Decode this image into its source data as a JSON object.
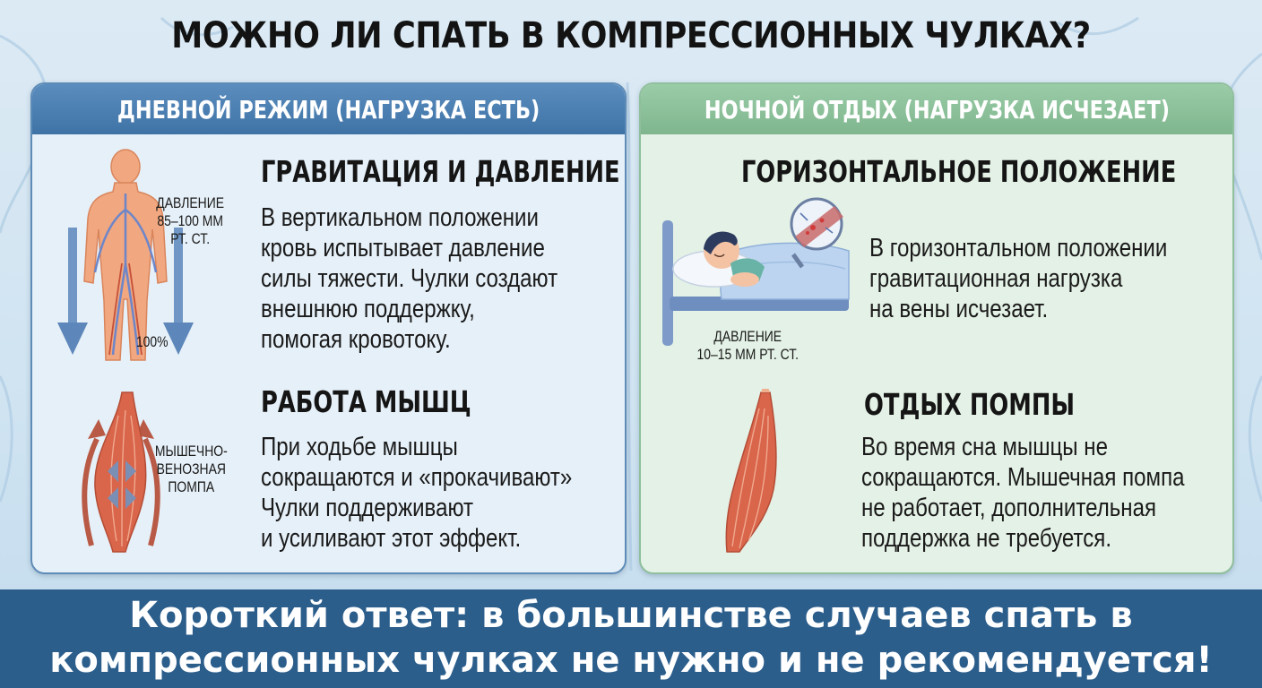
{
  "title": "МОЖНО ЛИ СПАТЬ В КОМПРЕССИОННЫХ ЧУЛКАХ?",
  "colors": {
    "day_header": "#4a7eb1",
    "night_header": "#8cc29b",
    "footer": "#2c5e8c",
    "muscle": "#d9654a",
    "skin": "#f0a57c"
  },
  "day": {
    "header": "ДНЕВНОЙ РЕЖИМ (НАГРУЗКА ЕСТЬ)",
    "gravity": {
      "heading": "ГРАВИТАЦИЯ И ДАВЛЕНИЕ",
      "lines": [
        "В вертикальном положении",
        "кровь испытывает давление",
        "силы тяжести. Чулки создают",
        "внешнюю поддержку,",
        "помогая кровотоку."
      ],
      "pressure_label": [
        "ДАВЛЕНИЕ",
        "85–100 ММ",
        "РТ. СТ."
      ],
      "percent_label": "100%",
      "icon": "human-body-veins-icon"
    },
    "muscle": {
      "heading": "РАБОТА МЫШЦ",
      "lines": [
        "При ходьбе мышцы",
        "сокращаются и «прокачивают»",
        "Чулки поддерживают",
        "и усиливают этот эффект."
      ],
      "pump_label": [
        "МЫШЕЧНО-",
        "ВЕНОЗНАЯ",
        "ПОМПА"
      ],
      "icon": "contracting-muscle-icon"
    }
  },
  "night": {
    "header": "НОЧНОЙ ОТДЫХ (НАГРУЗКА ИСЧЕЗАЕТ)",
    "horizontal": {
      "heading": "ГОРИЗОНТАЛЬНОЕ ПОЛОЖЕНИЕ",
      "lines": [
        "В горизонтальном положении",
        "гравитационная нагрузка",
        "на вены исчезает."
      ],
      "pressure_label": [
        "ДАВЛЕНИЕ",
        "10–15 ММ РТ. СТ."
      ],
      "icon": "sleeping-person-bed-icon"
    },
    "pump_rest": {
      "heading": "ОТДЫХ ПОМПЫ",
      "lines": [
        "Во время сна мышцы не",
        "сокращаются. Мышечная помпа",
        "не работает, дополнительная",
        "поддержка не требуется."
      ],
      "icon": "relaxed-muscle-icon"
    }
  },
  "footer": {
    "lines": [
      "Короткий ответ: в большинстве случаев спать в",
      "компрессионных чулках не нужно и не рекомендуется!"
    ]
  }
}
